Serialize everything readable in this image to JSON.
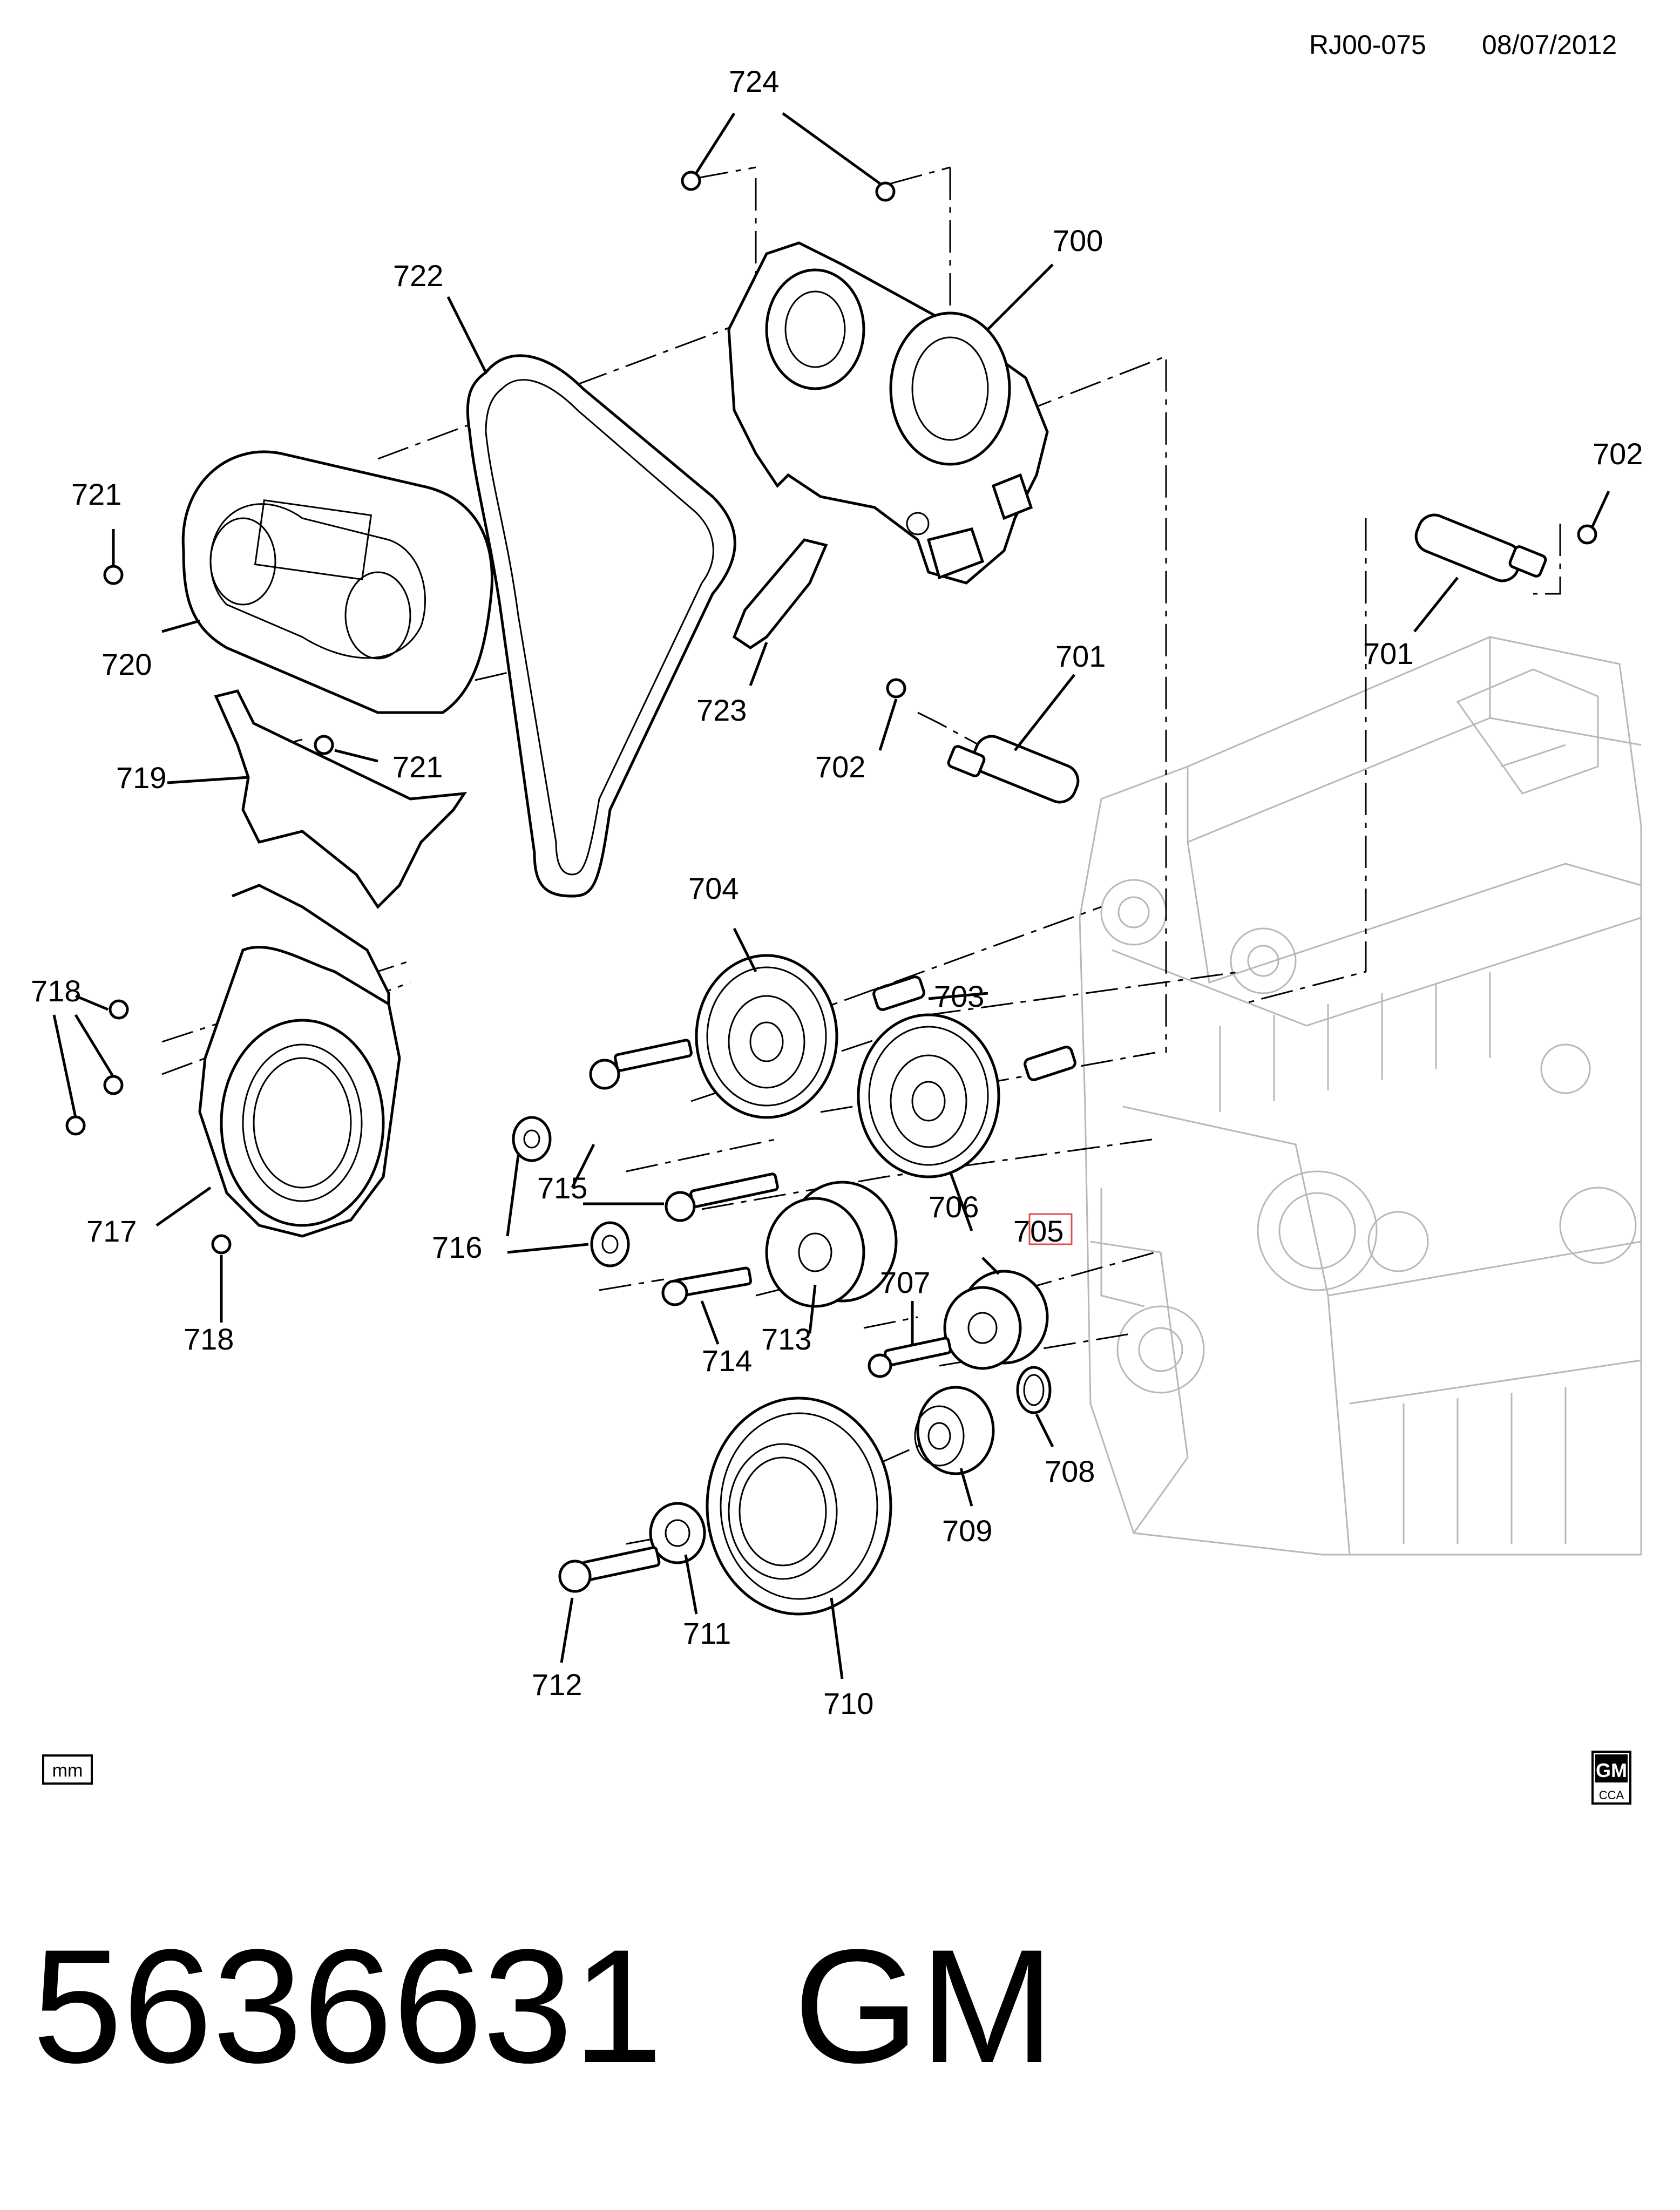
{
  "header": {
    "reference": "RJ00-075",
    "date": "08/07/2012"
  },
  "callouts": {
    "c700": "700",
    "c701a": "701",
    "c701b": "701",
    "c702a": "702",
    "c702b": "702",
    "c703": "703",
    "c704": "704",
    "c705": "705",
    "c706": "706",
    "c707": "707",
    "c708": "708",
    "c709": "709",
    "c710": "710",
    "c711": "711",
    "c712": "712",
    "c713": "713",
    "c714": "714",
    "c715": "715",
    "c716": "716",
    "c717": "717",
    "c718a": "718",
    "c718b": "718",
    "c719": "719",
    "c720": "720",
    "c721a": "721",
    "c721b": "721",
    "c722": "722",
    "c723": "723",
    "c724": "724"
  },
  "units_badge": "mm",
  "logo": {
    "brand": "GM",
    "sub": "CCA"
  },
  "footer": {
    "part_number": "5636631",
    "brand": "GM"
  },
  "colors": {
    "linework": "#000000",
    "engine_ghost": "#b8b8b8",
    "highlight": "#e05050"
  }
}
